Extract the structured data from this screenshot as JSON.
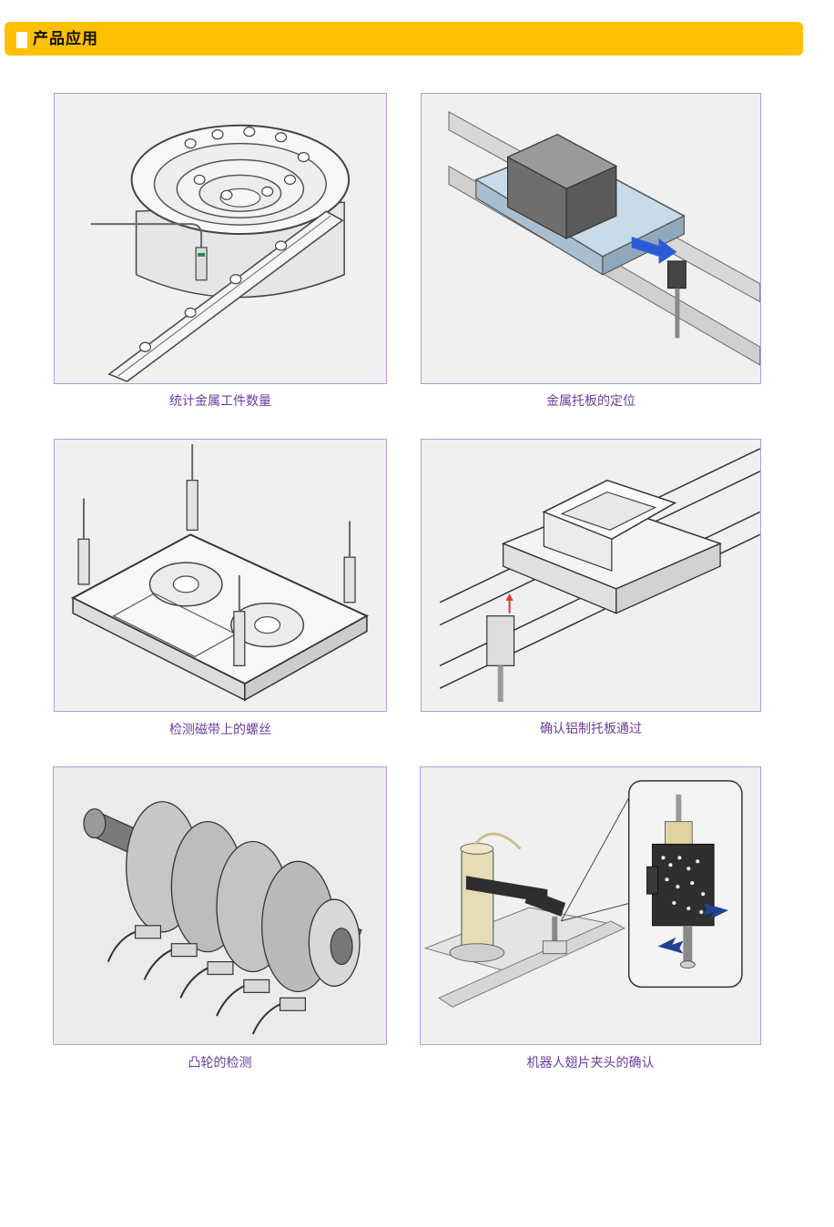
{
  "header": {
    "title": "产品应用"
  },
  "applications": [
    {
      "caption": "统计金属工件数量",
      "illustration": "vibratory-bowl-feeder"
    },
    {
      "caption": "金属托板的定位",
      "illustration": "metal-pallet-on-rails"
    },
    {
      "caption": "检测磁带上的螺丝",
      "illustration": "cassette-tape-screws"
    },
    {
      "caption": "确认铝制托板通过",
      "illustration": "aluminum-pallet-on-rails"
    },
    {
      "caption": "凸轮的检测",
      "illustration": "camshaft-sensors"
    },
    {
      "caption": "机器人翅片夹头的确认",
      "illustration": "robot-gripper"
    }
  ],
  "colors": {
    "header_bg": "#ffc000",
    "caption_text": "#6a3f9c",
    "frame_border": "#b69ad3",
    "arrow_blue": "#2a5bd7",
    "arrow_navy": "#24418f"
  }
}
